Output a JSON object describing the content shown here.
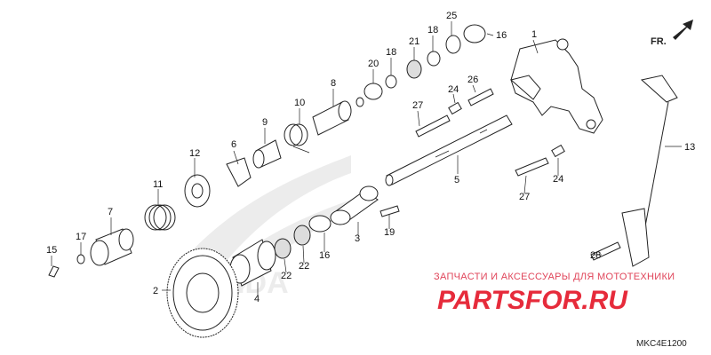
{
  "diagram": {
    "callouts": [
      "1",
      "2",
      "3",
      "4",
      "5",
      "6",
      "7",
      "8",
      "9",
      "10",
      "11",
      "12",
      "13",
      "15",
      "16",
      "16",
      "17",
      "18",
      "18",
      "19",
      "20",
      "21",
      "22",
      "22",
      "24",
      "24",
      "25",
      "26",
      "27",
      "27",
      "28"
    ],
    "direction_label": "FR.",
    "diagram_code": "MKC4E1200"
  },
  "watermark": {
    "top_text": "ЗАПЧАСТИ И АКСЕССУАРЫ ДЛЯ МОТОТЕХНИКИ",
    "brand_text": "PARTSFOR.RU",
    "color": "#e62b3b"
  }
}
